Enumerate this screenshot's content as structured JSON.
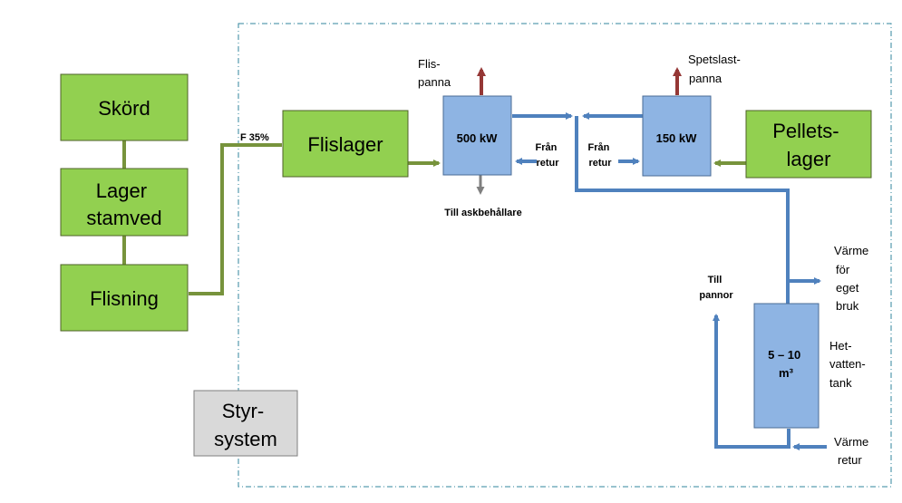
{
  "colors": {
    "green_fill": "#92d050",
    "green_stroke": "#4f6228",
    "green_line": "#77933c",
    "blue_fill": "#8eb4e3",
    "blue_stroke": "#4a6b96",
    "blue_line": "#4f81bd",
    "red_arrow": "#953735",
    "grey_arrow": "#7f7f7f",
    "grey_fill": "#d9d9d9",
    "boundary": "#31859c"
  },
  "boxes": {
    "skord": [
      "Skörd"
    ],
    "lager_stamved": [
      "Lager",
      "stamved"
    ],
    "flisning": [
      "Flisning"
    ],
    "flislager": [
      "Flislager"
    ],
    "boiler_500": [
      "500 kW"
    ],
    "boiler_150": [
      "150 kW"
    ],
    "pelletslager": [
      "Pellets-",
      "lager"
    ],
    "tank": [
      "5 – 10",
      "m³"
    ],
    "styrsystem": [
      "Styr-",
      "system"
    ]
  },
  "labels": {
    "f35": [
      "F 35%"
    ],
    "flispanna": [
      "Flis-",
      "panna"
    ],
    "spetslastpanna": [
      "Spetslast-",
      "panna"
    ],
    "fran_retur_1": [
      "Från",
      "retur"
    ],
    "fran_retur_2": [
      "Från",
      "retur"
    ],
    "till_askbehallare": [
      "Till askbehållare"
    ],
    "till_pannor": [
      "Till",
      "pannor"
    ],
    "varme_eget_bruk": [
      "Värme",
      "för",
      "eget",
      "bruk"
    ],
    "hetvattentank": [
      "Het-",
      "vatten-",
      "tank"
    ],
    "varme_retur": [
      "Värme",
      "retur"
    ]
  }
}
